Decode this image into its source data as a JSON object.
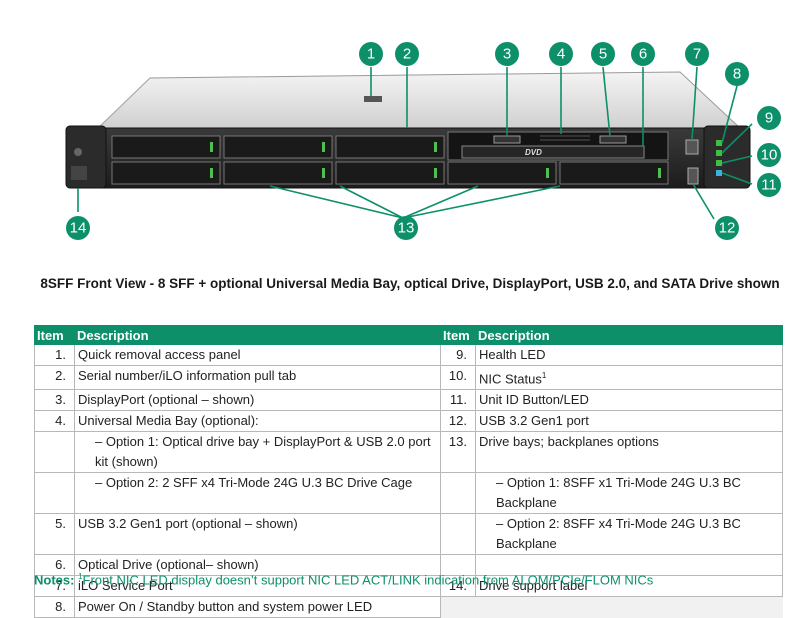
{
  "figure": {
    "callouts": [
      "1",
      "2",
      "3",
      "4",
      "5",
      "6",
      "7",
      "8",
      "9",
      "10",
      "11",
      "12",
      "13",
      "14"
    ],
    "dvd_label": "DVD"
  },
  "caption": "8SFF Front View - 8 SFF + optional Universal Media Bay, optical Drive, DisplayPort, USB 2.0, and SATA Drive shown",
  "table": {
    "headers": {
      "item": "Item",
      "description": "Description"
    },
    "left": [
      {
        "item": "1.",
        "desc": "Quick removal access panel"
      },
      {
        "item": "2.",
        "desc": "Serial number/iLO information pull tab"
      },
      {
        "item": "3.",
        "desc": "DisplayPort (optional – shown)"
      },
      {
        "item": "4.",
        "desc": "Universal Media Bay (optional):"
      },
      {
        "item": "",
        "desc": "–  Option 1: Optical drive bay + DisplayPort & USB 2.0 port kit (shown)"
      },
      {
        "item": "",
        "desc": "–  Option 2: 2 SFF x4 Tri-Mode 24G U.3 BC Drive Cage"
      },
      {
        "item": "5.",
        "desc": "USB 3.2 Gen1 port (optional – shown)"
      },
      {
        "item": "6.",
        "desc": "Optical Drive (optional– shown)"
      },
      {
        "item": "7.",
        "desc": "iLO Service Port"
      },
      {
        "item": "8.",
        "desc": "Power On / Standby button and system power LED"
      }
    ],
    "right": [
      {
        "item": "9.",
        "desc": "Health LED"
      },
      {
        "item": "10.",
        "desc": "NIC Status"
      },
      {
        "item": "11.",
        "desc": "Unit ID Button/LED"
      },
      {
        "item": "12.",
        "desc": "USB 3.2 Gen1 port"
      },
      {
        "item": "13.",
        "desc": "Drive bays; backplanes options"
      },
      {
        "item": "",
        "desc": "–  Option 1: 8SFF x1 Tri-Mode 24G U.3 BC Backplane"
      },
      {
        "item": "",
        "desc": "–  Option 2: 8SFF x4 Tri-Mode 24G U.3 BC Backplane"
      },
      {
        "item": "14.",
        "desc": "Drive support label"
      }
    ],
    "nic_footnote_mark": "1"
  },
  "notes": {
    "label": "Notes:",
    "mark": "1",
    "text": "Front NIC LED display doesn’t support NIC LED ACT/LINK indication from ALOM/PCIe/FLOM NICs"
  },
  "colors": {
    "accent": "#0d8f6a"
  }
}
